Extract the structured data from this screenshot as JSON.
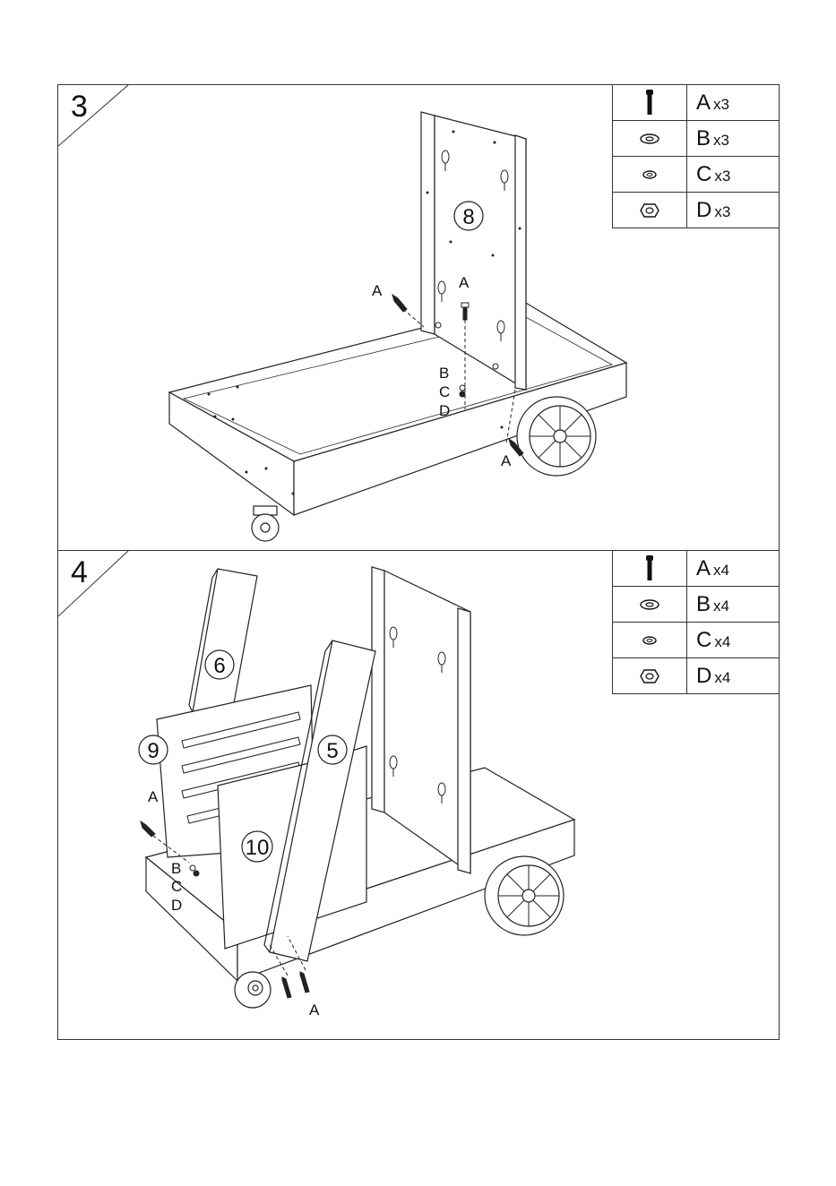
{
  "steps": [
    {
      "number": "3",
      "panel_label": "8",
      "parts": [
        {
          "letter": "A",
          "qty": "x3",
          "icon": "bolt-icon"
        },
        {
          "letter": "B",
          "qty": "x3",
          "icon": "washer-icon"
        },
        {
          "letter": "C",
          "qty": "x3",
          "icon": "spring-washer-icon"
        },
        {
          "letter": "D",
          "qty": "x3",
          "icon": "hex-nut-icon"
        }
      ],
      "callouts": [
        "A",
        "A",
        "B",
        "C",
        "D",
        "A"
      ]
    },
    {
      "number": "4",
      "panel_labels": [
        "6",
        "9",
        "5",
        "10"
      ],
      "parts": [
        {
          "letter": "A",
          "qty": "x4",
          "icon": "bolt-icon"
        },
        {
          "letter": "B",
          "qty": "x4",
          "icon": "washer-icon"
        },
        {
          "letter": "C",
          "qty": "x4",
          "icon": "spring-washer-icon"
        },
        {
          "letter": "D",
          "qty": "x4",
          "icon": "hex-nut-icon"
        }
      ],
      "callouts": [
        "A",
        "B",
        "C",
        "D",
        "A"
      ]
    }
  ]
}
